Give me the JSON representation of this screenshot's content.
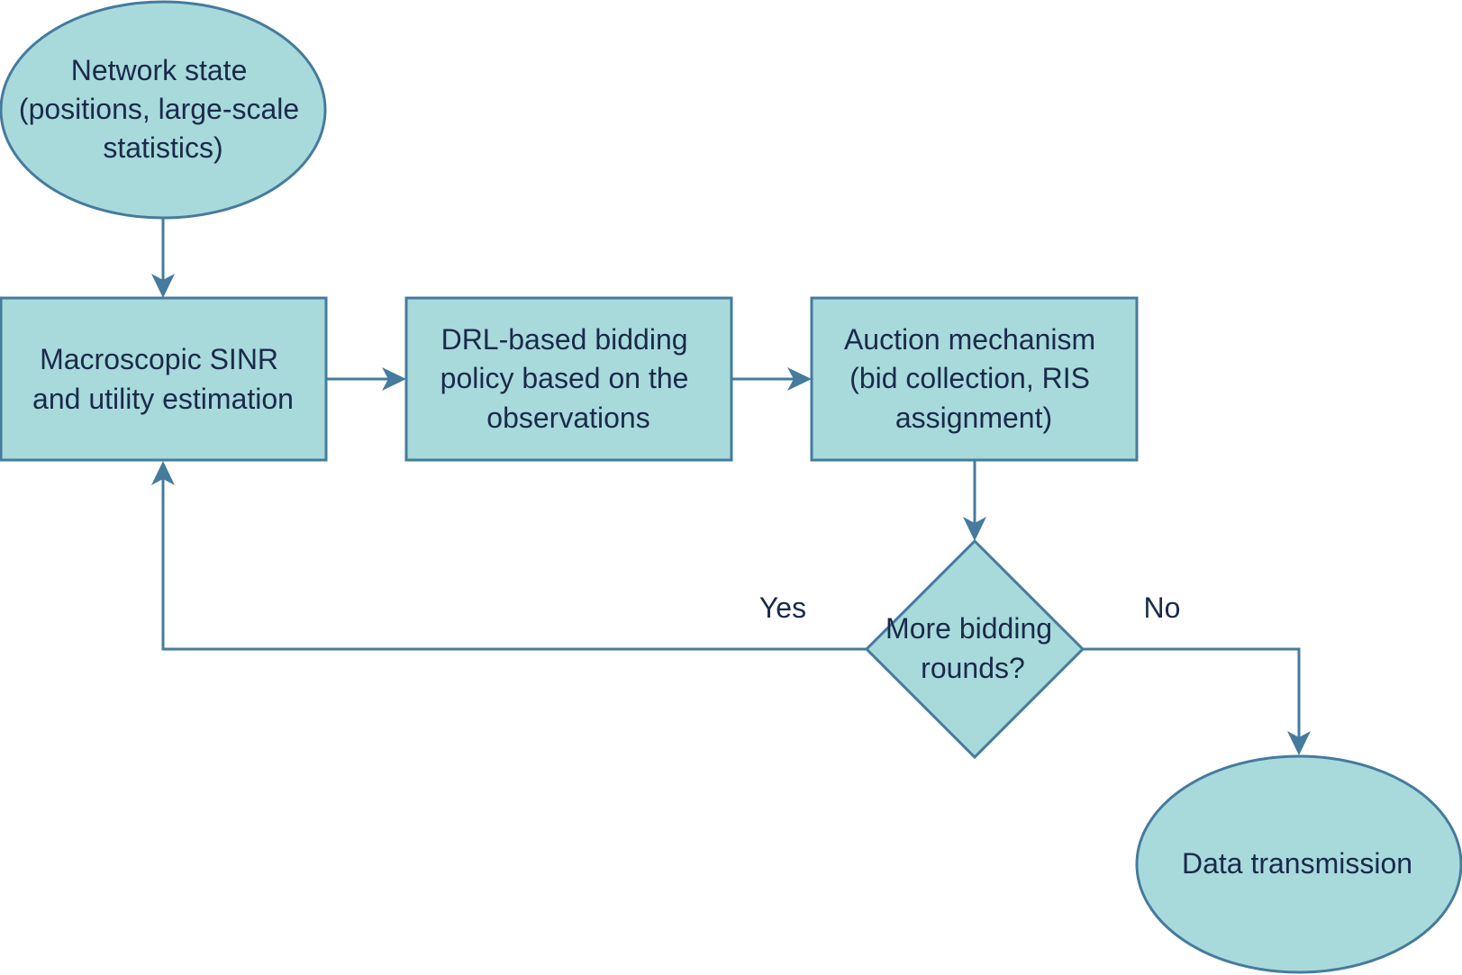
{
  "nodes": {
    "network_state": {
      "lines": [
        "Network state",
        "(positions, large-scale",
        "statistics)"
      ]
    },
    "sinr_estimation": {
      "lines": [
        "Macroscopic SINR",
        "and utility estimation"
      ]
    },
    "drl_policy": {
      "lines": [
        "DRL-based bidding",
        "policy based on the",
        "observations"
      ]
    },
    "auction": {
      "lines": [
        "Auction mechanism",
        "(bid collection, RIS",
        "assignment)"
      ]
    },
    "decision": {
      "lines": [
        "More bidding",
        "rounds?"
      ]
    },
    "data_transmission": {
      "lines": [
        "Data transmission"
      ]
    }
  },
  "edges": {
    "yes_label": "Yes",
    "no_label": "No"
  },
  "colors": {
    "fill": "#a8dadc",
    "stroke": "#457b9d",
    "text": "#1a2a4a"
  }
}
